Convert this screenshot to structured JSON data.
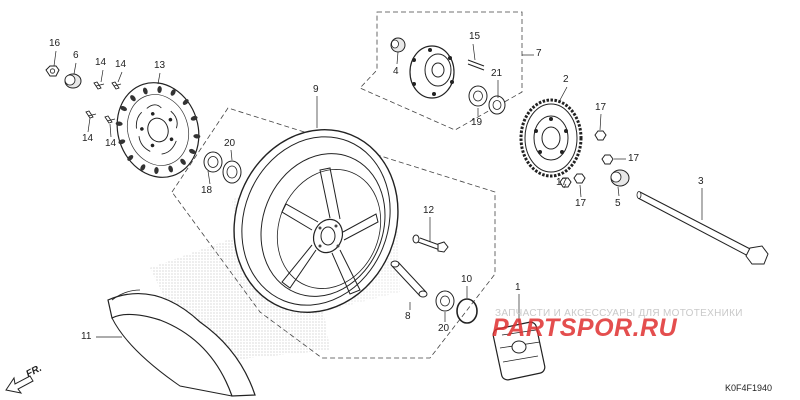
{
  "callouts": [
    {
      "id": "c16a",
      "text": "16"
    },
    {
      "id": "c6",
      "text": "6"
    },
    {
      "id": "c14a",
      "text": "14"
    },
    {
      "id": "c14b",
      "text": "14"
    },
    {
      "id": "c13",
      "text": "13"
    },
    {
      "id": "c14c",
      "text": "14"
    },
    {
      "id": "c14d",
      "text": "14"
    },
    {
      "id": "c9",
      "text": "9"
    },
    {
      "id": "c20a",
      "text": "20"
    },
    {
      "id": "c18",
      "text": "18"
    },
    {
      "id": "c15",
      "text": "15"
    },
    {
      "id": "c4",
      "text": "4"
    },
    {
      "id": "c7",
      "text": "7"
    },
    {
      "id": "c21",
      "text": "21"
    },
    {
      "id": "c19",
      "text": "19"
    },
    {
      "id": "c2",
      "text": "2"
    },
    {
      "id": "c17a",
      "text": "17"
    },
    {
      "id": "c17b",
      "text": "17"
    },
    {
      "id": "c17c",
      "text": "17"
    },
    {
      "id": "c17d",
      "text": "17"
    },
    {
      "id": "c3",
      "text": "3"
    },
    {
      "id": "c5",
      "text": "5"
    },
    {
      "id": "c12",
      "text": "12"
    },
    {
      "id": "c1",
      "text": "1"
    },
    {
      "id": "c10",
      "text": "10"
    },
    {
      "id": "c8",
      "text": "8"
    },
    {
      "id": "c20b",
      "text": "20"
    },
    {
      "id": "c11",
      "text": "11"
    }
  ],
  "watermark": {
    "line1": "ЗАПЧАСТИ И АКСЕССУАРЫ ДЛЯ МОТОТЕХНИКИ",
    "line2": "PARTSPOR.RU",
    "color": "#e03030"
  },
  "diagram_code": "K0F4F1940",
  "direction_label": "FR."
}
